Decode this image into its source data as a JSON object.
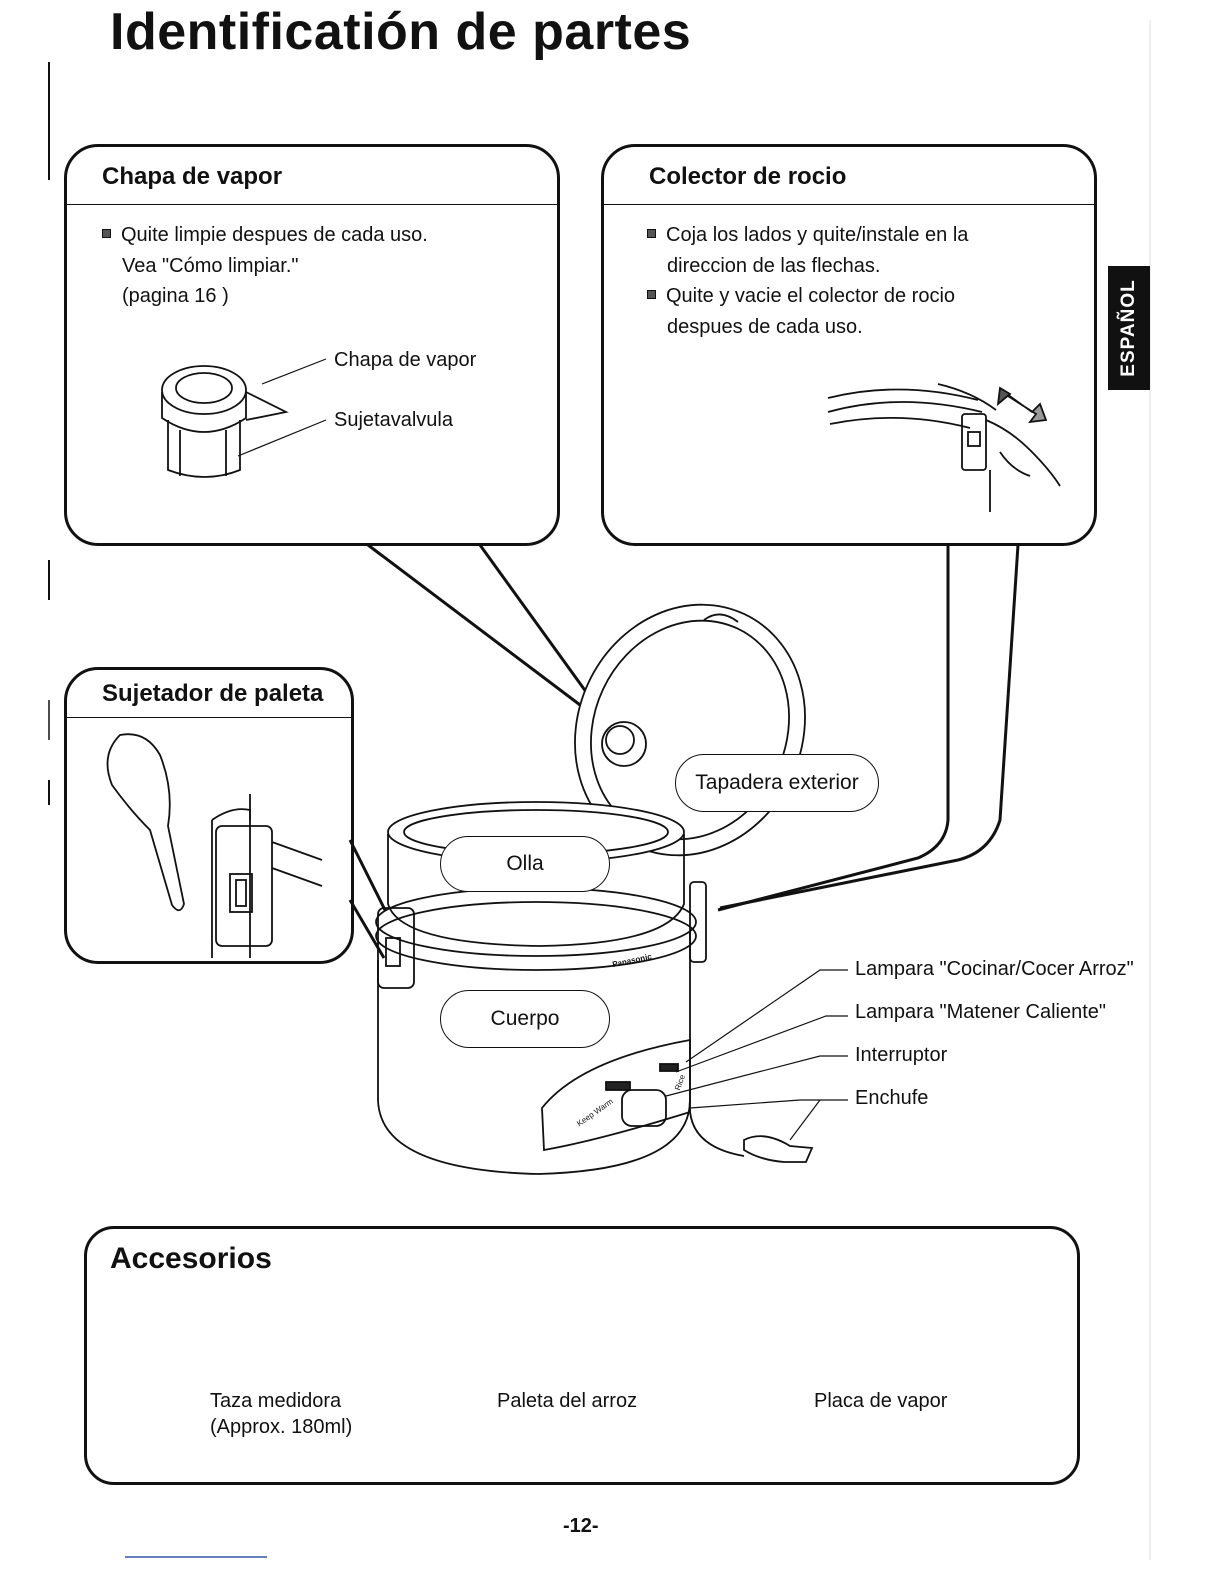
{
  "page_title": "Identificatión de partes",
  "side_tab": "ESPAÑOL",
  "chapa_box": {
    "title": "Chapa de vapor",
    "line1": "Quite limpie despues de cada uso.",
    "line2": "Vea \"Cómo limpiar.\"",
    "line3": "(pagina 16 )",
    "label_chapa": "Chapa de vapor",
    "label_sujeta": "Sujetavalvula"
  },
  "colector_box": {
    "title": "Colector de rocio",
    "b1_line1": "Coja los lados y quite/instale en la",
    "b1_line2": "direccion de las flechas.",
    "b2_line1": "Quite y vacie el colector de rocio",
    "b2_line2": "despues de cada uso."
  },
  "paleta_box": {
    "title": "Sujetador de paleta"
  },
  "cooker_labels": {
    "tapadera": "Tapadera exterior",
    "olla": "Olla",
    "cuerpo": "Cuerpo",
    "lampara_cocinar": "Lampara \"Cocinar/Cocer Arroz\"",
    "lampara_matener": "Lampara \"Matener Caliente\"",
    "interruptor": "Interruptor",
    "enchufe": "Enchufe",
    "brand": "Panasonic",
    "keep_warm": "Keep Warm",
    "rice": "Rice"
  },
  "accesorios": {
    "title": "Accesorios",
    "taza_line1": "Taza medidora",
    "taza_line2": "(Approx. 180ml)",
    "paleta": "Paleta del arroz",
    "placa": "Placa de vapor"
  },
  "page_number": "-12-"
}
